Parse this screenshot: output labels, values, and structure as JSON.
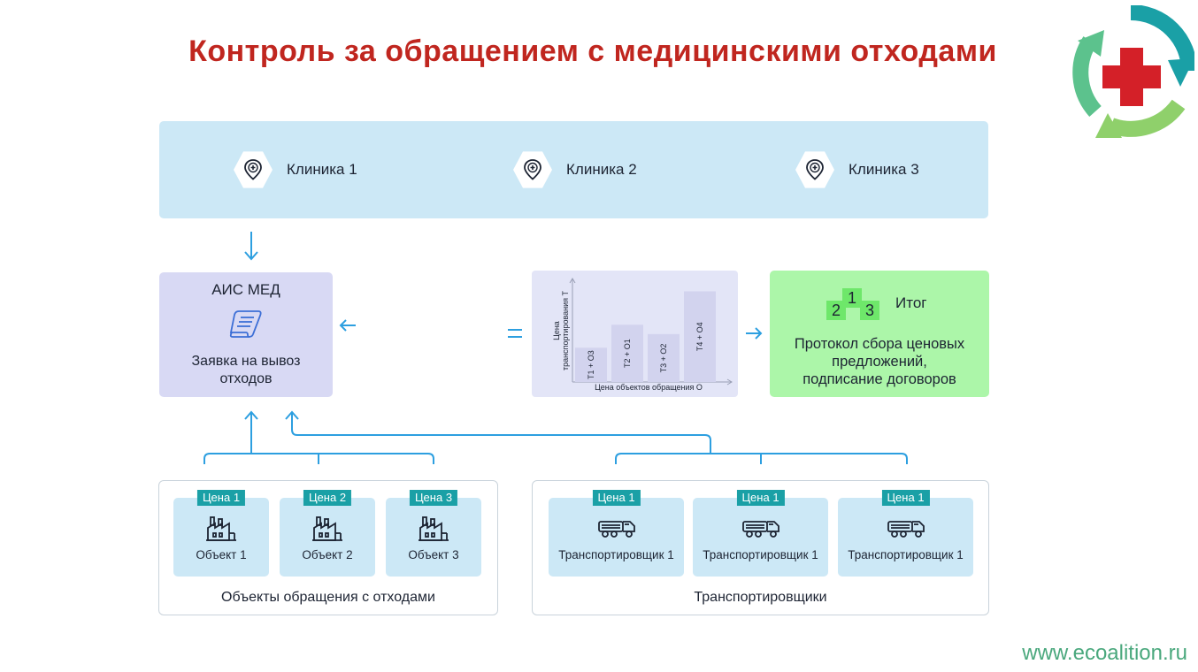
{
  "title": "Контроль за обращением с медицинскими отходами",
  "footer": {
    "url": "www.ecoalition.ru"
  },
  "clinics": [
    {
      "label": "Клиника 1",
      "icon": "location-plus-icon"
    },
    {
      "label": "Клиника 2",
      "icon": "location-plus-icon"
    },
    {
      "label": "Клиника 3",
      "icon": "location-plus-icon"
    }
  ],
  "ais": {
    "title": "АИС МЕД",
    "icon": "document-scroll-icon",
    "text_line1": "Заявка на вывоз",
    "text_line2": "отходов"
  },
  "chart_data": {
    "type": "bar",
    "categories": [
      "Т1 + О3",
      "Т2 + О1",
      "Т3 + О2",
      "Т4 + О4"
    ],
    "values": [
      2.0,
      3.35,
      2.8,
      5.3
    ],
    "xlabel": "Цена объектов обращения О",
    "ylabel_line1": "Цена",
    "ylabel_line2": "транспортирования Т",
    "ylim": [
      0,
      6
    ],
    "bar_color": "#d2d3ee"
  },
  "result": {
    "ranks": [
      "2",
      "1",
      "3"
    ],
    "title": "Итог",
    "text_line1": "Протокол сбора ценовых",
    "text_line2": "предложений,",
    "text_line3": "подписание договоров"
  },
  "objects_group": {
    "label": "Объекты обращения с отходами",
    "items": [
      {
        "price": "Цена 1",
        "label": "Объект 1",
        "icon": "factory-icon"
      },
      {
        "price": "Цена 2",
        "label": "Объект 2",
        "icon": "factory-icon"
      },
      {
        "price": "Цена 3",
        "label": "Объект 3",
        "icon": "factory-icon"
      }
    ]
  },
  "carriers_group": {
    "label": "Транспортировщики",
    "items": [
      {
        "price": "Цена 1",
        "label": "Транспортировщик 1",
        "icon": "truck-icon"
      },
      {
        "price": "Цена 1",
        "label": "Транспортировщик 1",
        "icon": "truck-icon"
      },
      {
        "price": "Цена 1",
        "label": "Транспортировщик 1",
        "icon": "truck-icon"
      }
    ]
  },
  "colors": {
    "title": "#c0261f",
    "accent_blue": "#2d9fe0",
    "band_blue": "#cce8f6",
    "ais_purple": "#d8d9f4",
    "result_green": "#acf6a9",
    "badge_teal": "#1aa0a6",
    "footer_green": "#4aa87d"
  }
}
